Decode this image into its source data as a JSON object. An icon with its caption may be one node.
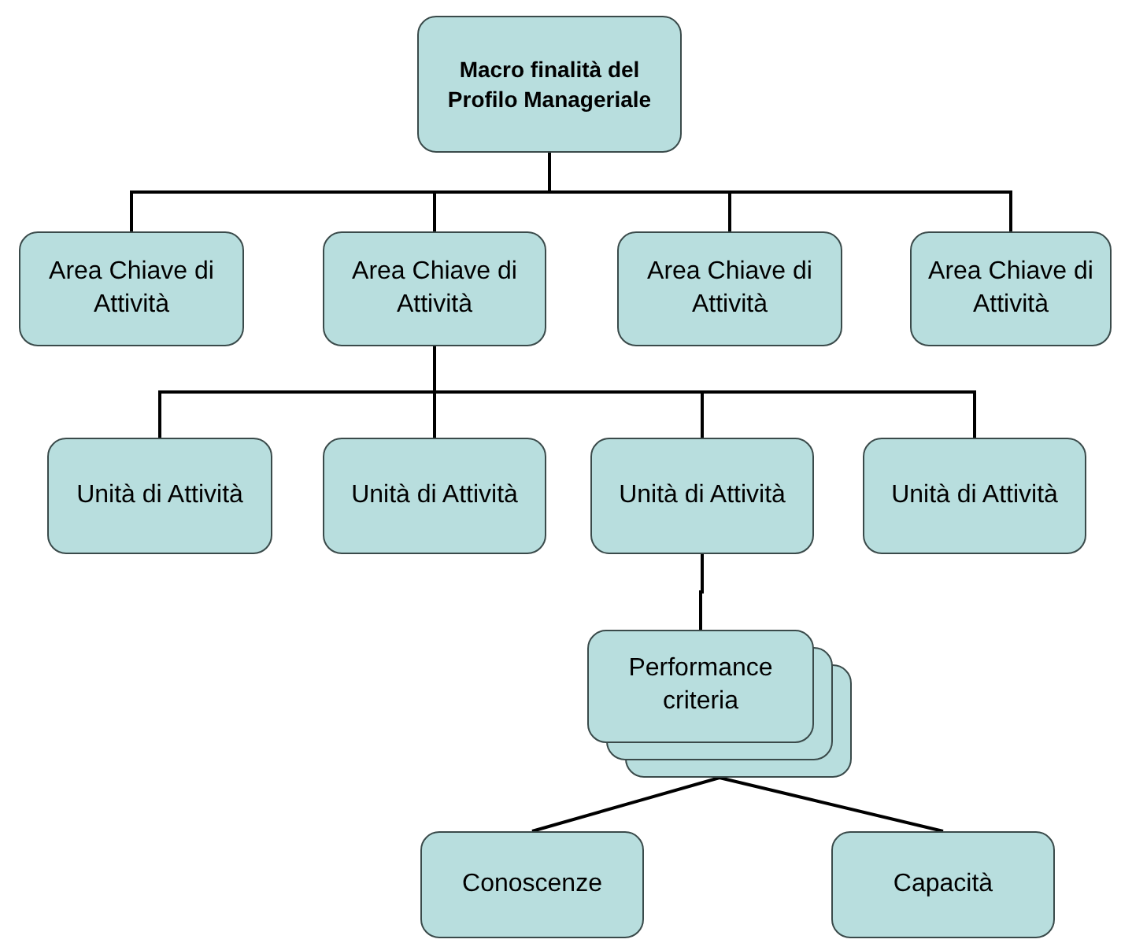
{
  "diagram": {
    "nodes": [
      {
        "text": [
          "Macro finalità del Profilo Manageriale"
        ]
      },
      {
        "text": [
          "Area Chiave di Attività"
        ]
      },
      {
        "text": [
          "Area Chiave di Attività"
        ]
      },
      {
        "text": [
          "Area Chiave di Attività"
        ]
      },
      {
        "text": [
          "Area Chiave di Attività"
        ]
      },
      {
        "text": [
          "Unità di Attività"
        ]
      },
      {
        "text": [
          "Unità di Attività"
        ]
      },
      {
        "text": [
          "Unità di Attività"
        ]
      },
      {
        "text": [
          "Unità di Attività"
        ]
      },
      {
        "text": [
          "Performance criteria"
        ]
      },
      {
        "text": [
          "Conoscenze"
        ]
      },
      {
        "text": [
          "Capacità"
        ]
      }
    ],
    "edges": [
      {
        "from": 0,
        "to": 1,
        "arrow": "none"
      },
      {
        "from": 0,
        "to": 2,
        "arrow": "none"
      },
      {
        "from": 0,
        "to": 3,
        "arrow": "none"
      },
      {
        "from": 0,
        "to": 4,
        "arrow": "none"
      },
      {
        "from": 2,
        "to": 5,
        "arrow": "none"
      },
      {
        "from": 2,
        "to": 6,
        "arrow": "none"
      },
      {
        "from": 2,
        "to": 7,
        "arrow": "none"
      },
      {
        "from": 2,
        "to": 8,
        "arrow": "none"
      },
      {
        "from": 7,
        "to": 9,
        "arrow": "none"
      },
      {
        "from": 9,
        "to": 10,
        "arrow": "none"
      },
      {
        "from": 9,
        "to": 11,
        "arrow": "none"
      }
    ]
  }
}
